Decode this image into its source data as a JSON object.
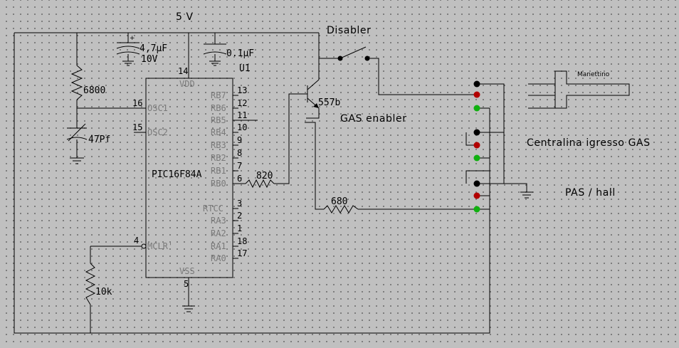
{
  "supply": {
    "label": "5 V"
  },
  "capacitors": {
    "c1_value": "4,7µF",
    "c1_voltage": "10V",
    "c1_polarity": "+",
    "c2_value": "0.1µF",
    "c3_value": "47Pf"
  },
  "resistors": {
    "r_osc": "6800",
    "r_mclr": "10k",
    "r_base": "820",
    "r_sense": "680"
  },
  "chip": {
    "ref": "U1",
    "part": "PIC16F84A",
    "left_pins": [
      {
        "num": "16",
        "name": "OSC1"
      },
      {
        "num": "15",
        "name": "OSC2"
      },
      {
        "num": "4",
        "name": "MCLR'"
      }
    ],
    "top_pin": {
      "num": "14",
      "name": "VDD"
    },
    "bottom_pin": {
      "num": "5",
      "name": "VSS"
    },
    "right_pins": [
      {
        "num": "13",
        "name": "RB7"
      },
      {
        "num": "12",
        "name": "RB6"
      },
      {
        "num": "11",
        "name": "RB5"
      },
      {
        "num": "10",
        "name": "RB4"
      },
      {
        "num": "9",
        "name": "RB3"
      },
      {
        "num": "8",
        "name": "RB2"
      },
      {
        "num": "7",
        "name": "RB1"
      },
      {
        "num": "6",
        "name": "RB0"
      },
      {
        "num": "3",
        "name": "RTCC"
      },
      {
        "num": "2",
        "name": "RA3"
      },
      {
        "num": "1",
        "name": "RA2"
      },
      {
        "num": "18",
        "name": "RA1"
      },
      {
        "num": "17",
        "name": "RA0"
      }
    ]
  },
  "switch": {
    "label": "Disabler"
  },
  "transistor": {
    "label": "557b",
    "function": "GAS enabler"
  },
  "throttle": {
    "label": "Manettino"
  },
  "connectors": {
    "ecu": "Centralina igresso GAS",
    "sensor": "PAS / hall"
  },
  "colors": {
    "black": "#000000",
    "red": "#b20000",
    "green": "#10b010",
    "wire": "#000000"
  }
}
